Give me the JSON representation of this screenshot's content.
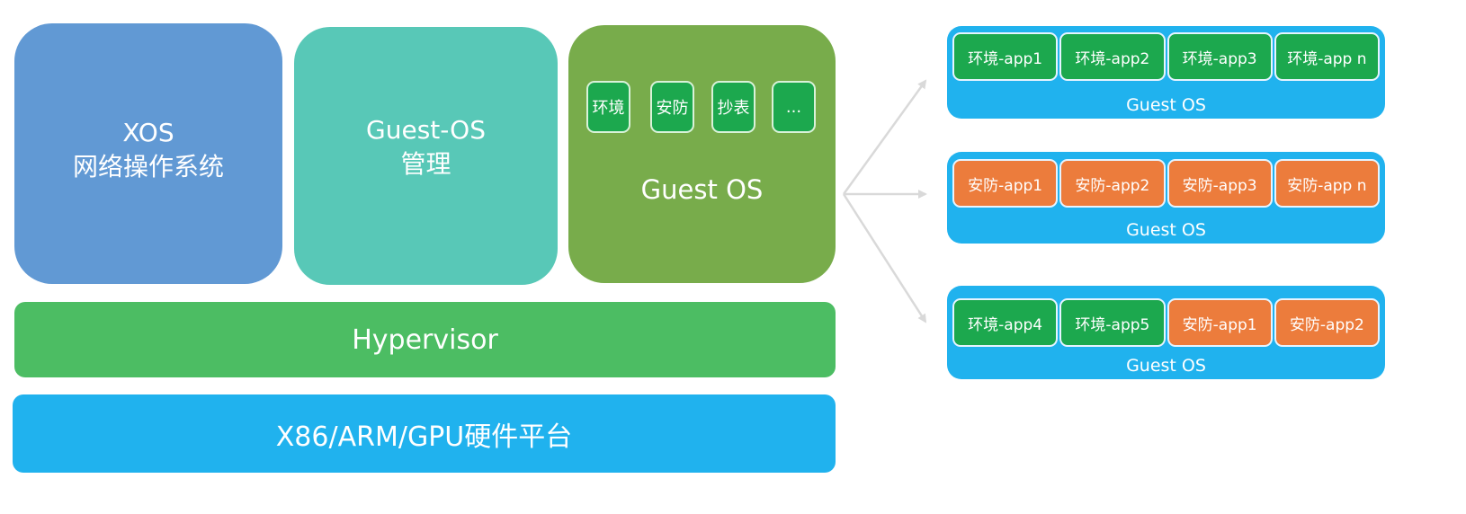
{
  "stack": {
    "xos": {
      "line1": "XOS",
      "line2": "网络操作系统",
      "color": "#6199d4"
    },
    "guest_mgmt": {
      "line1": "Guest-OS",
      "line2": "管理",
      "color": "#58c8b7"
    },
    "guest_os": {
      "title": "Guest OS",
      "color": "#78ac4b",
      "items": [
        "环境",
        "安防",
        "抄表",
        "..."
      ]
    },
    "hypervisor": {
      "label": "Hypervisor",
      "color": "#4cbd63"
    },
    "hardware": {
      "label": "X86/ARM/GPU硬件平台",
      "color": "#20b2ee"
    }
  },
  "panels": [
    {
      "label": "Guest OS",
      "apps": [
        {
          "name": "环境-app1",
          "kind": "env"
        },
        {
          "name": "环境-app2",
          "kind": "env"
        },
        {
          "name": "环境-app3",
          "kind": "env"
        },
        {
          "name": "环境-app n",
          "kind": "env"
        }
      ]
    },
    {
      "label": "Guest OS",
      "apps": [
        {
          "name": "安防-app1",
          "kind": "sec"
        },
        {
          "name": "安防-app2",
          "kind": "sec"
        },
        {
          "name": "安防-app3",
          "kind": "sec"
        },
        {
          "name": "安防-app n",
          "kind": "sec"
        }
      ]
    },
    {
      "label": "Guest OS",
      "apps": [
        {
          "name": "环境-app4",
          "kind": "env"
        },
        {
          "name": "环境-app5",
          "kind": "env"
        },
        {
          "name": "安防-app1",
          "kind": "sec"
        },
        {
          "name": "安防-app2",
          "kind": "sec"
        }
      ]
    }
  ],
  "colors": {
    "env_app": "#1ca84e",
    "sec_app": "#ec7c3c",
    "panel": "#20b2ee",
    "arrow": "#d9d9d9"
  }
}
